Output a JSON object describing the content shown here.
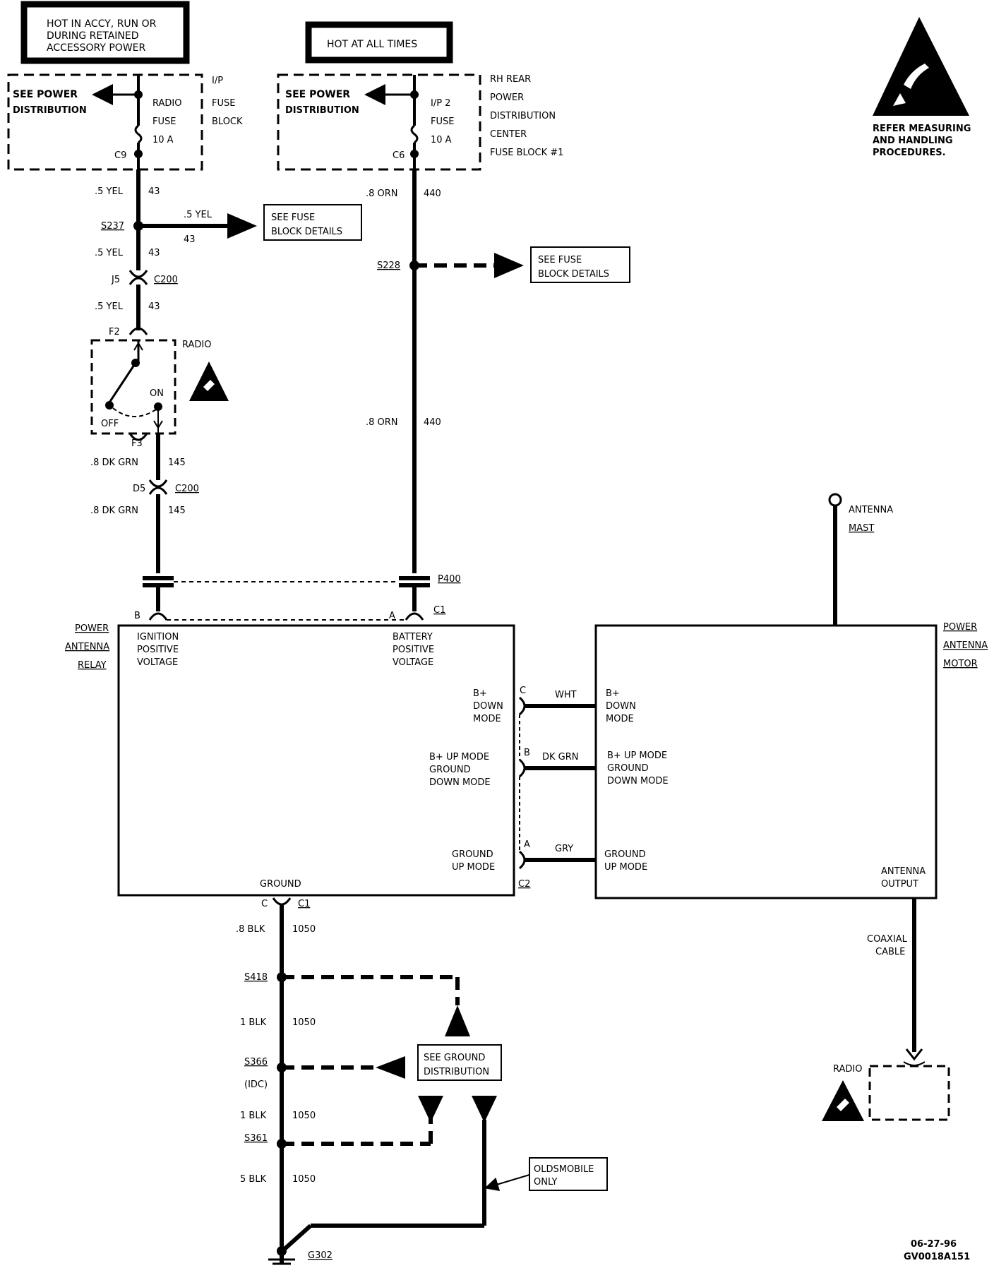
{
  "header": {
    "left_box": [
      "HOT IN ACCY, RUN OR",
      "DURING RETAINED",
      "ACCESSORY POWER"
    ],
    "right_box": "HOT AT ALL TIMES"
  },
  "esd_notice": [
    "REFER MEASURING",
    "AND HANDLING",
    "PROCEDURES."
  ],
  "ip_fuse_block": {
    "see_power": [
      "SEE POWER",
      "DISTRIBUTION"
    ],
    "fuse": [
      "RADIO",
      "FUSE",
      "10 A"
    ],
    "connector": "C9",
    "name": [
      "I/P",
      "FUSE",
      "BLOCK"
    ]
  },
  "rh_rear": {
    "see_power": [
      "SEE POWER",
      "DISTRIBUTION"
    ],
    "fuse": [
      "I/P 2",
      "FUSE",
      "10 A"
    ],
    "connector": "C6",
    "name": [
      "RH REAR",
      "POWER",
      "DISTRIBUTION",
      "CENTER",
      "FUSE BLOCK #1"
    ]
  },
  "left_circuit": {
    "wire1": [
      ".5 YEL",
      "43"
    ],
    "splice": "S237",
    "branch_wire": [
      ".5 YEL",
      "43"
    ],
    "branch_box": [
      "SEE FUSE",
      "BLOCK DETAILS"
    ],
    "wire2": [
      ".5 YEL",
      "43"
    ],
    "conn1": [
      "J5",
      "C200"
    ],
    "wire3": [
      ".5 YEL",
      "43"
    ],
    "radio": {
      "top_pin": "F2",
      "label": "RADIO",
      "on": "ON",
      "off": "OFF",
      "bottom_pin": "F3"
    },
    "wire4": [
      ".8 DK GRN",
      "145"
    ],
    "conn2": [
      "D5",
      "C200"
    ],
    "wire5": [
      ".8 DK GRN",
      "145"
    ]
  },
  "right_circuit": {
    "wire1": [
      ".8 ORN",
      "440"
    ],
    "splice": "S228",
    "branch_box": [
      "SEE FUSE",
      "BLOCK DETAILS"
    ],
    "wire2": [
      ".8 ORN",
      "440"
    ],
    "connector": "P400"
  },
  "relay": {
    "name": [
      "POWER",
      "ANTENNA",
      "RELAY"
    ],
    "pin_b": "B",
    "pin_a": "A",
    "conn_c1": "C1",
    "ign": [
      "IGNITION",
      "POSITIVE",
      "VOLTAGE"
    ],
    "batt": [
      "BATTERY",
      "POSITIVE",
      "VOLTAGE"
    ],
    "term1": [
      "B+",
      "DOWN",
      "MODE"
    ],
    "term2": [
      "B+ UP MODE",
      "GROUND",
      "DOWN MODE"
    ],
    "term3": [
      "GROUND",
      "UP MODE"
    ],
    "ground": "GROUND",
    "conn_c2": "C2",
    "pin_c": "C",
    "pin_c_right": "C",
    "pin_b_right": "B",
    "pin_a_right": "A",
    "conn_c1_bottom": "C1"
  },
  "link_wires": {
    "w1": "WHT",
    "w2": "DK GRN",
    "w3": "GRY"
  },
  "motor": {
    "name": [
      "POWER",
      "ANTENNA",
      "MOTOR"
    ],
    "term1": [
      "B+",
      "DOWN",
      "MODE"
    ],
    "term2": [
      "B+ UP MODE",
      "GROUND",
      "DOWN MODE"
    ],
    "term3": [
      "GROUND",
      "UP MODE"
    ],
    "output": [
      "ANTENNA",
      "OUTPUT"
    ],
    "mast": [
      "ANTENNA",
      "MAST"
    ]
  },
  "coax": {
    "label": [
      "COAXIAL",
      "CABLE"
    ],
    "radio": "RADIO"
  },
  "ground_circuit": {
    "wire1": [
      ".8 BLK",
      "1050"
    ],
    "s418": "S418",
    "wire2": [
      "1 BLK",
      "1050"
    ],
    "s366": "S366",
    "idc": "(IDC)",
    "wire3": [
      "1 BLK",
      "1050"
    ],
    "s361": "S361",
    "wire4": [
      "5 BLK",
      "1050"
    ],
    "g302": "G302",
    "see_ground": [
      "SEE GROUND",
      "DISTRIBUTION"
    ],
    "olds": [
      "OLDSMOBILE",
      "ONLY"
    ]
  },
  "footer": {
    "date": "06-27-96",
    "code": "GV0018A151"
  }
}
